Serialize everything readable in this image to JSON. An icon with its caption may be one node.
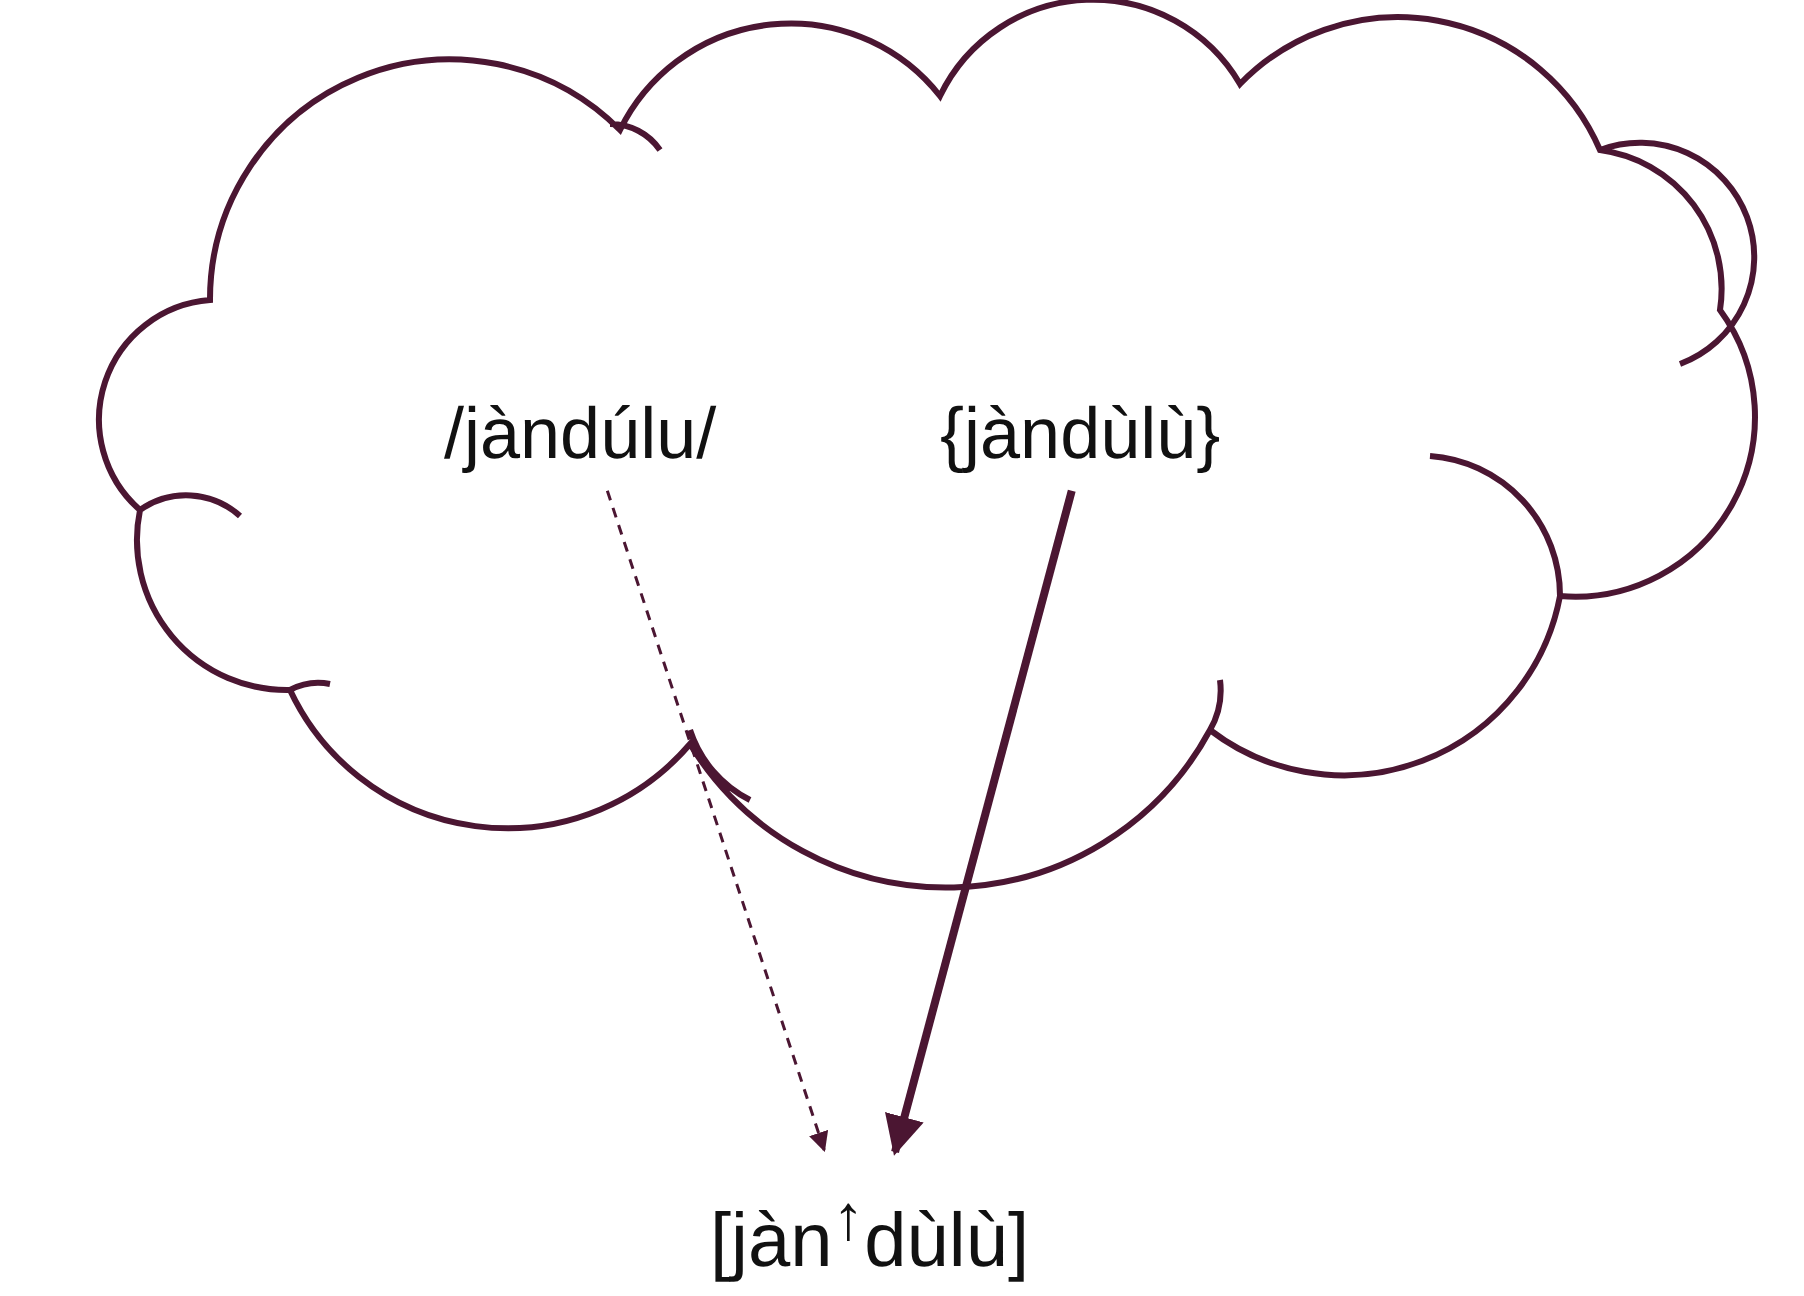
{
  "diagram": {
    "nodes": [
      {
        "text": [],
        "shape": "cloud"
      },
      {
        "text": [
          "/jàndúlu/"
        ],
        "in": 0
      },
      {
        "text": [
          "{jàndùlù}"
        ],
        "in": 0
      },
      {
        "text": [
          "[jàn$^{↑}$dùlù]"
        ]
      }
    ],
    "edges": [
      {
        "from": 1,
        "to": 3,
        "arrow": "to",
        "style": "dashed"
      },
      {
        "from": 2,
        "to": 3,
        "arrow": "to",
        "style": "thick"
      }
    ]
  }
}
